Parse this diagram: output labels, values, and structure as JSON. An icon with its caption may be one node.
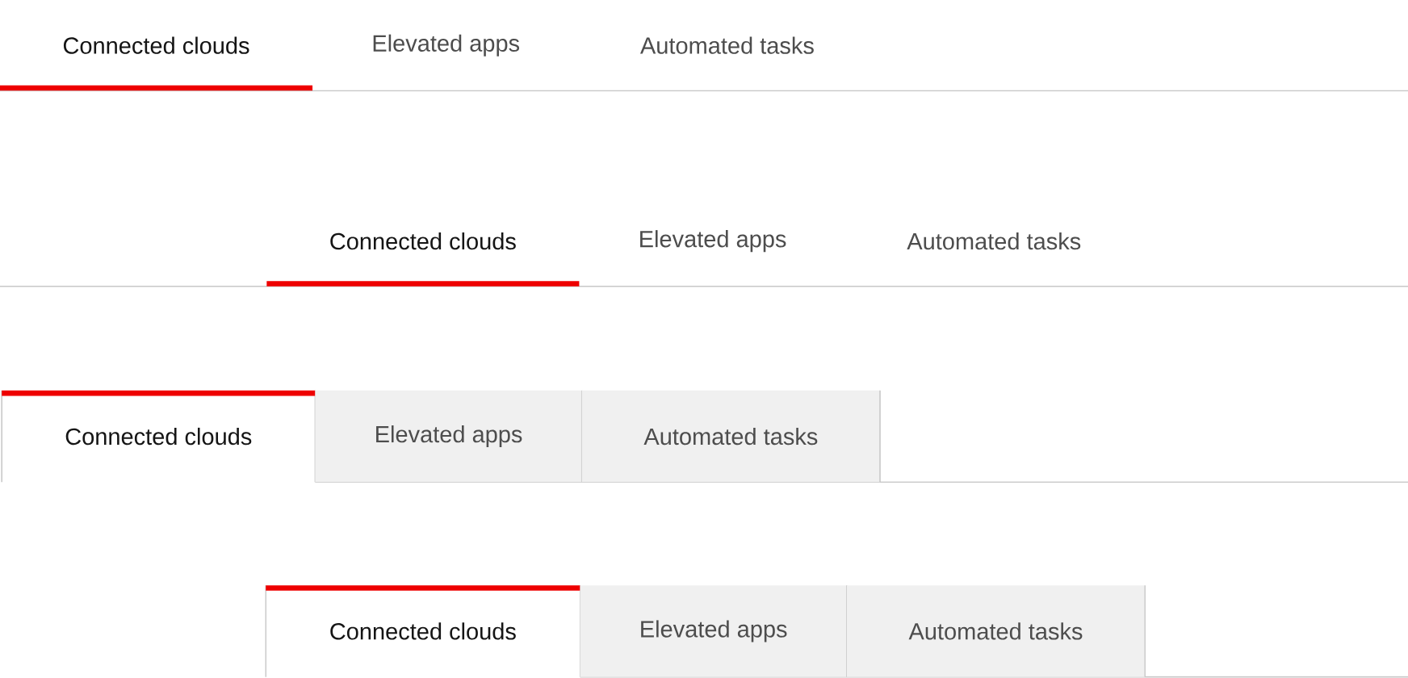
{
  "diagram": {
    "nodes": [
      {
        "text": [
          "Connected clouds"
        ]
      },
      {
        "text": [
          "Elevated apps"
        ]
      },
      {
        "text": [
          "Automated tasks"
        ]
      },
      {
        "text": [
          "Connected clouds"
        ]
      },
      {
        "text": [
          "Elevated apps"
        ]
      },
      {
        "text": [
          "Automated tasks"
        ]
      },
      {
        "text": [
          "Connected clouds"
        ]
      },
      {
        "text": [
          "Elevated apps"
        ]
      },
      {
        "text": [
          "Automated tasks"
        ]
      },
      {
        "text": [
          "Connected clouds"
        ]
      },
      {
        "text": [
          "Elevated apps"
        ]
      },
      {
        "text": [
          "Automated tasks"
        ]
      }
    ]
  }
}
